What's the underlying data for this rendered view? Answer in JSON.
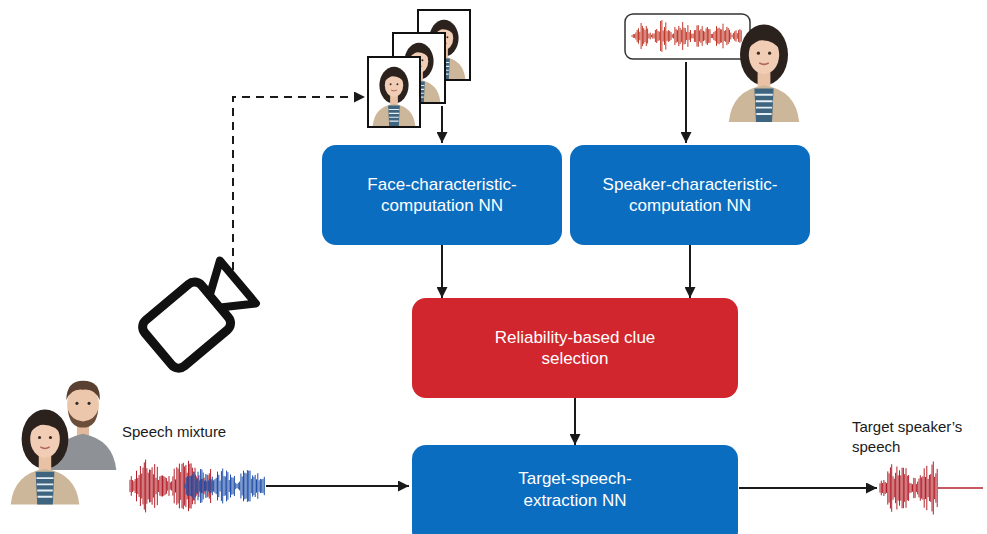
{
  "diagram": {
    "nodes": [
      {
        "text": [
          "Face-characteristic-computation NN"
        ]
      },
      {
        "text": [
          "Speaker-characteristic-computation NN"
        ]
      },
      {
        "text": [
          "Reliability-based clue selection"
        ]
      },
      {
        "text": [
          "Target-speech-extraction NN"
        ]
      }
    ],
    "edges": [
      {
        "from": 0,
        "to": 2,
        "arrow": "to"
      },
      {
        "from": 1,
        "to": 2,
        "arrow": "to"
      },
      {
        "from": 2,
        "to": 3,
        "arrow": "to"
      }
    ],
    "labels": [
      "Speech mixture",
      "Target speaker’s speech"
    ]
  }
}
